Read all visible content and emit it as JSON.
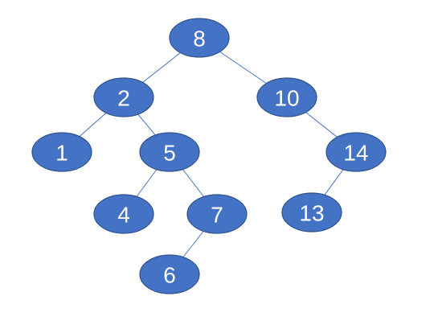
{
  "diagram": {
    "type": "binary-search-tree",
    "colors": {
      "node_fill": "#4472c4",
      "node_stroke": "#2f528f",
      "edge": "#4472c4",
      "label": "#ffffff"
    },
    "nodes": [
      {
        "id": "n8",
        "label": "8"
      },
      {
        "id": "n2",
        "label": "2"
      },
      {
        "id": "n10",
        "label": "10"
      },
      {
        "id": "n1",
        "label": "1"
      },
      {
        "id": "n5",
        "label": "5"
      },
      {
        "id": "n14",
        "label": "14"
      },
      {
        "id": "n4",
        "label": "4"
      },
      {
        "id": "n7",
        "label": "7"
      },
      {
        "id": "n13",
        "label": "13"
      },
      {
        "id": "n6",
        "label": "6"
      }
    ],
    "edges": [
      {
        "from": "n8",
        "to": "n2"
      },
      {
        "from": "n8",
        "to": "n10"
      },
      {
        "from": "n2",
        "to": "n1"
      },
      {
        "from": "n2",
        "to": "n5"
      },
      {
        "from": "n10",
        "to": "n14"
      },
      {
        "from": "n5",
        "to": "n4"
      },
      {
        "from": "n5",
        "to": "n7"
      },
      {
        "from": "n14",
        "to": "n13"
      },
      {
        "from": "n7",
        "to": "n6"
      }
    ]
  }
}
